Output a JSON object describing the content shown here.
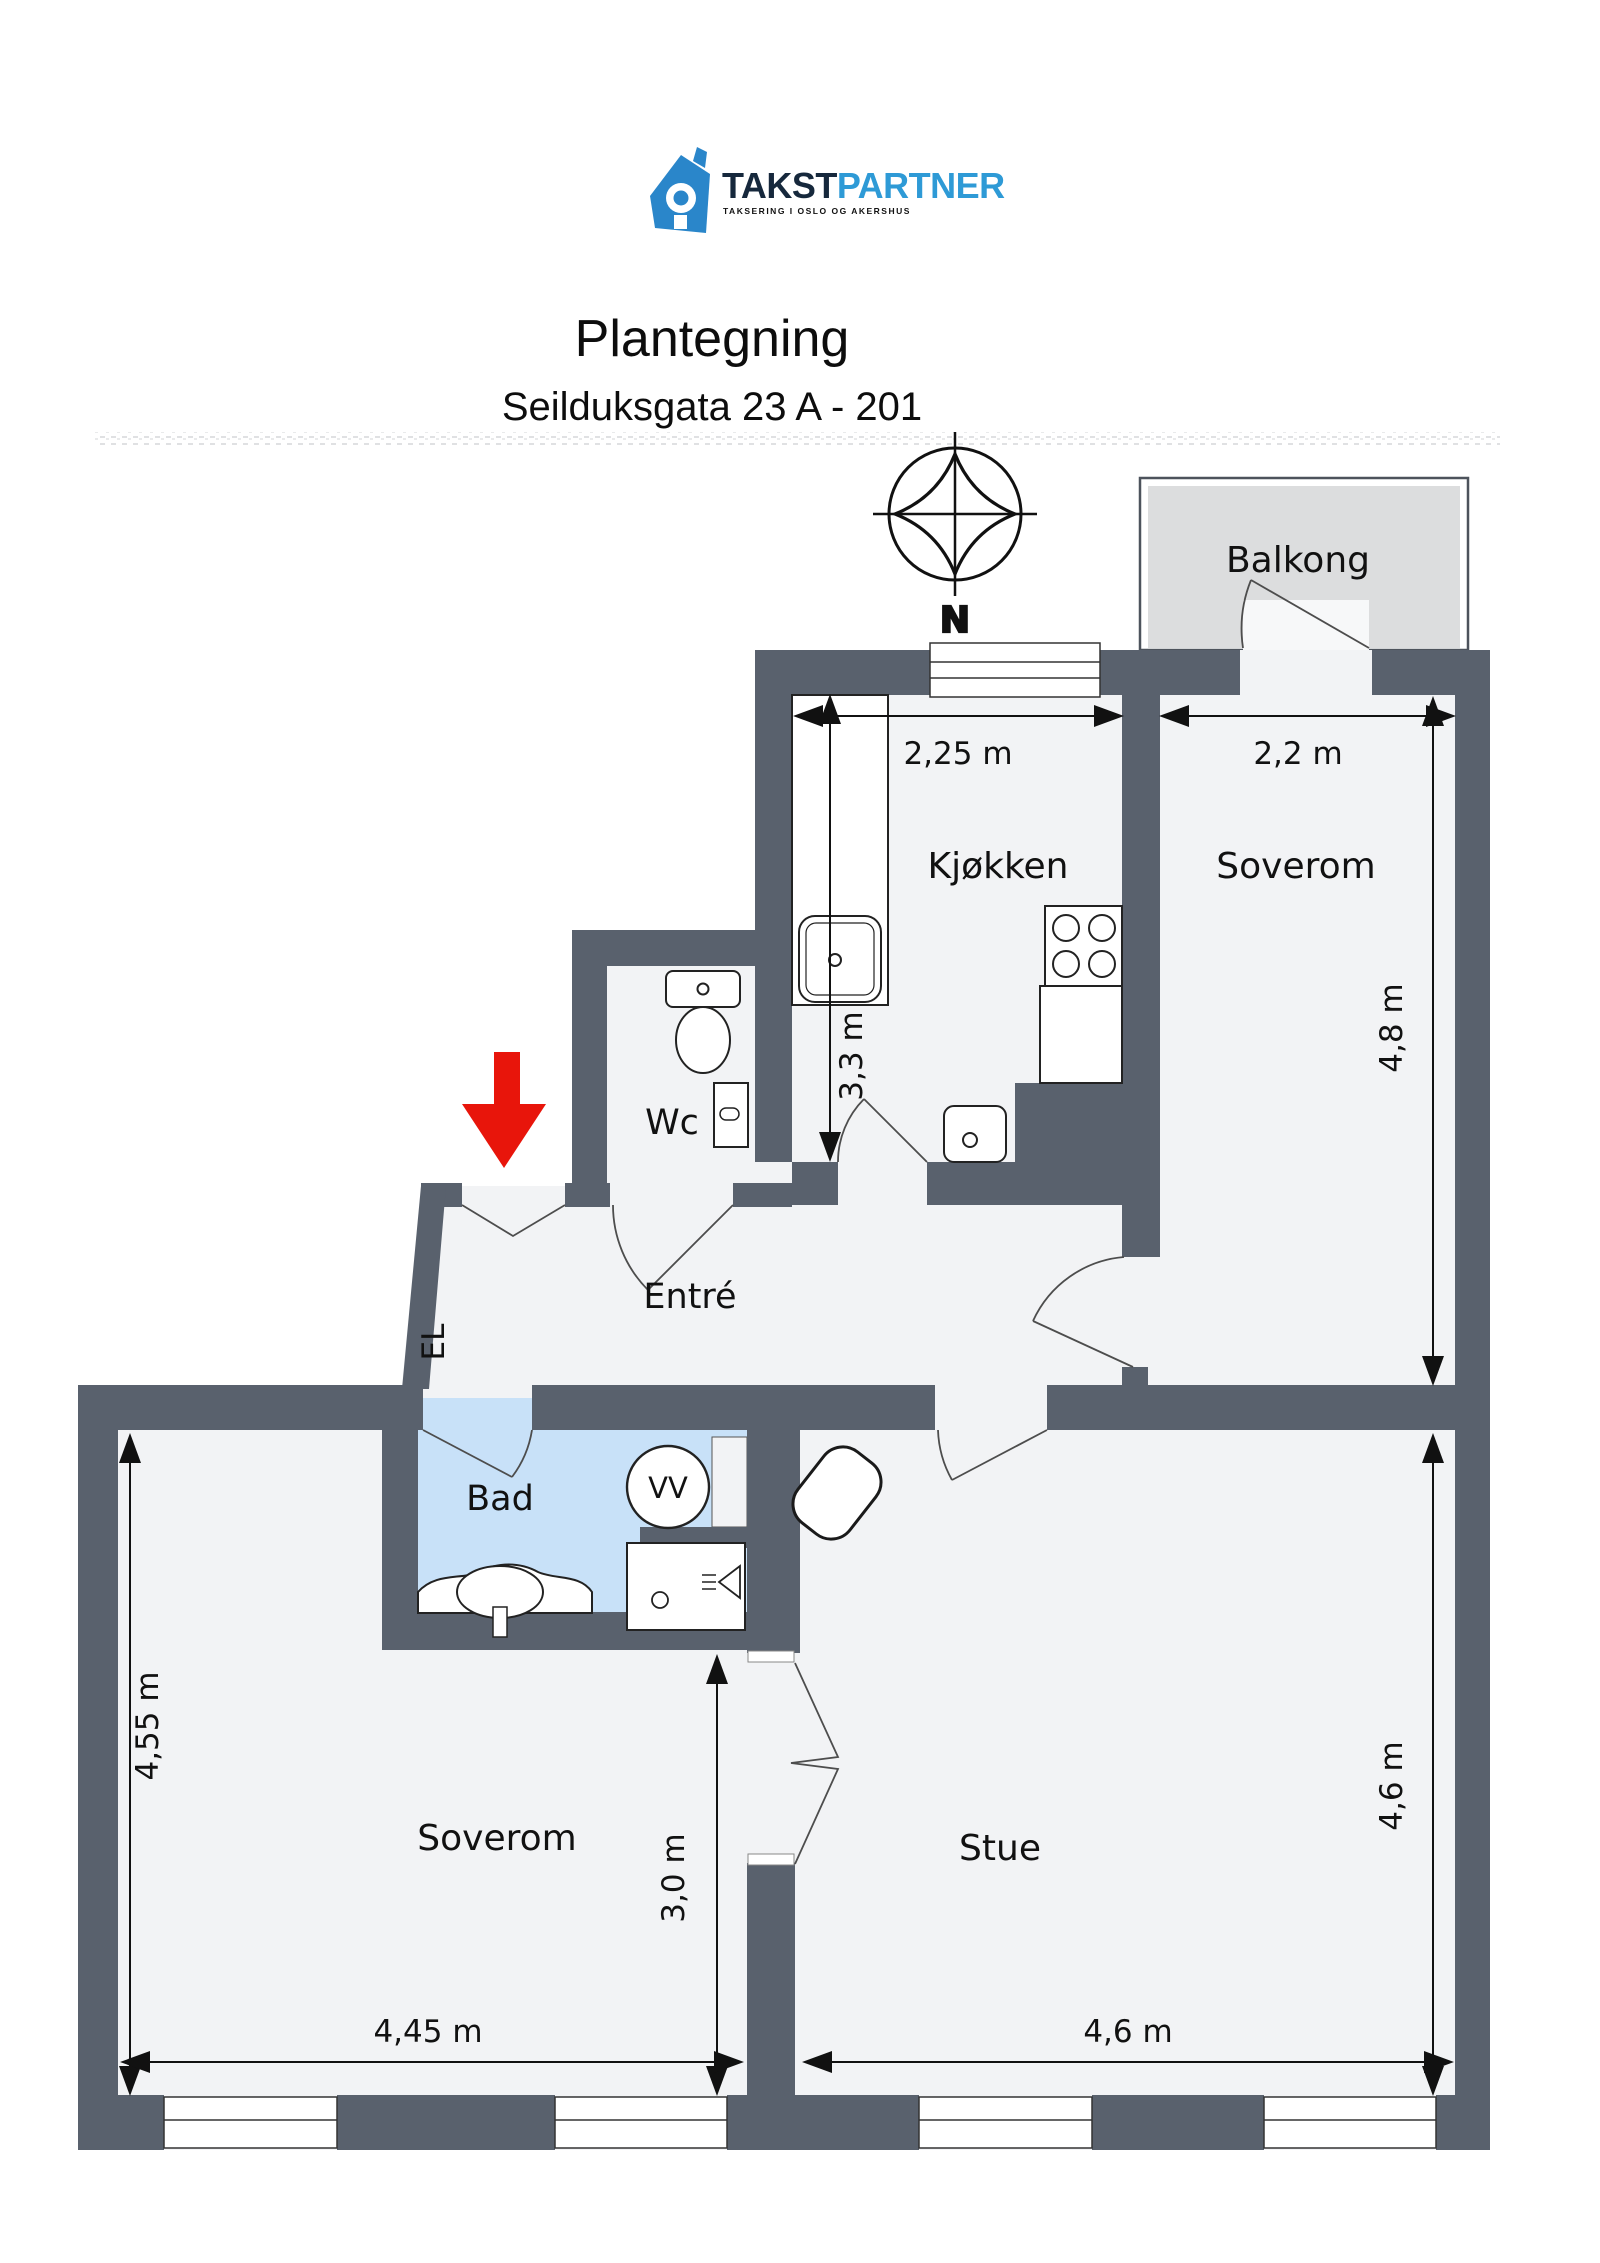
{
  "header": {
    "logo": {
      "brand_primary": "TAKST",
      "brand_secondary": "PARTNER",
      "tagline": "TAKSERING I OSLO OG AKERSHUS",
      "house_color": "#2a86ca",
      "primary_color": "#16283c",
      "secondary_color": "#2e9ad6"
    },
    "title": "Plantegning",
    "subtitle": "Seilduksgata 23 A - 201"
  },
  "compass": {
    "north_label": "N"
  },
  "colors": {
    "wall": "#59616d",
    "floor": "#f2f3f5",
    "bathroom": "#c8e1f8",
    "balcony": "#dcddde",
    "entrance_arrow": "#e8150b",
    "dimension_line": "#111111"
  },
  "rooms": {
    "balcony": {
      "label": "Balkong"
    },
    "kitchen": {
      "label": "Kjøkken",
      "width": "2,25 m",
      "depth": "3,3 m"
    },
    "bedroom_right": {
      "label": "Soverom",
      "width": "2,2 m",
      "depth": "4,8 m"
    },
    "wc": {
      "label": "Wc"
    },
    "hall": {
      "label": "Entré",
      "el_label": "EL"
    },
    "bath": {
      "label": "Bad",
      "water_heater_label": "VV"
    },
    "bedroom_left": {
      "label": "Soverom",
      "width": "4,45 m",
      "depth": "4,55 m",
      "inner_depth": "3,0 m"
    },
    "living": {
      "label": "Stue",
      "width": "4,6 m",
      "depth": "4,6 m"
    }
  }
}
